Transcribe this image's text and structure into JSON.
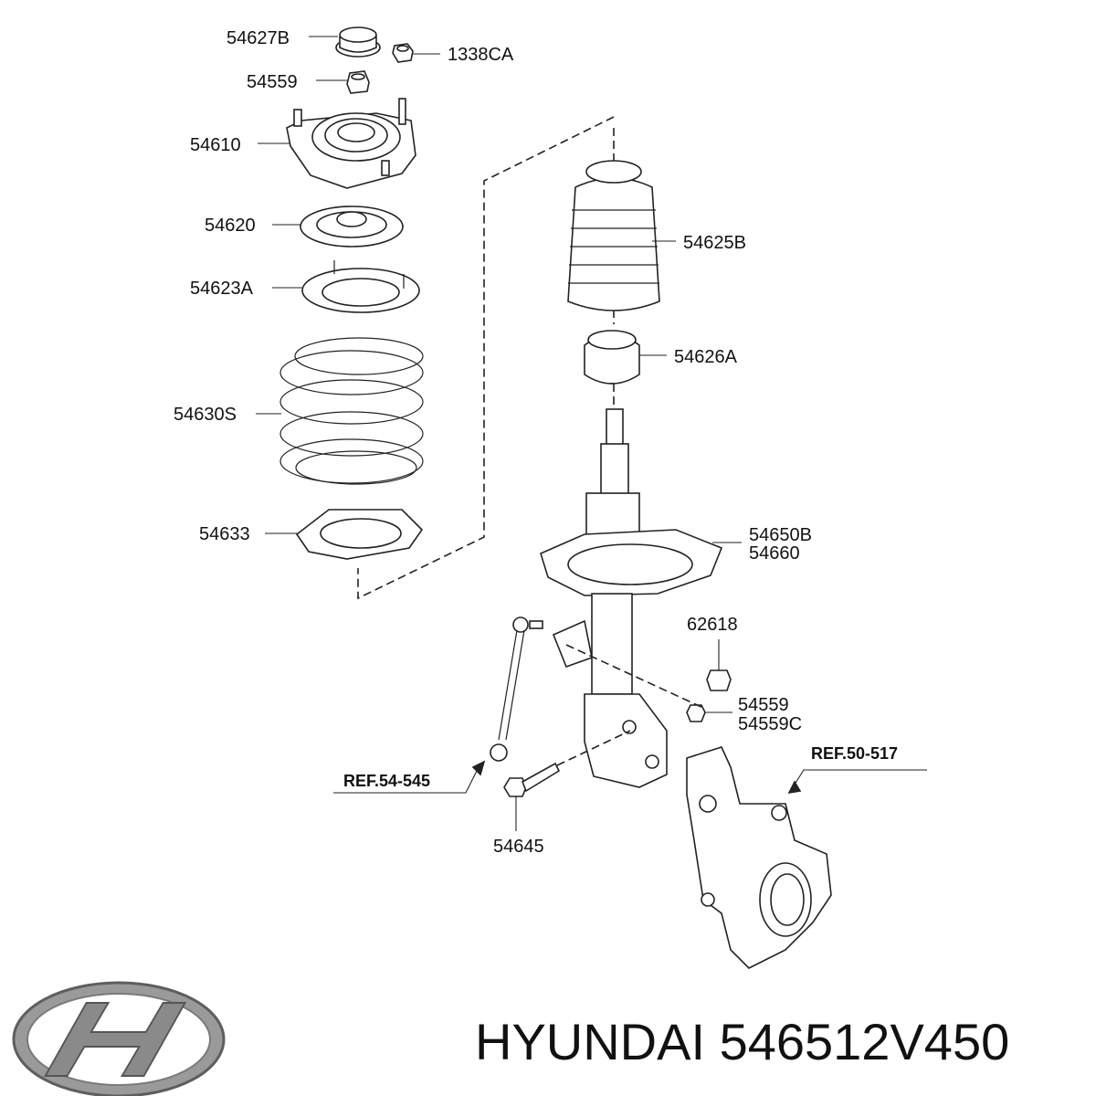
{
  "labels": {
    "p54627B": "54627B",
    "p1338CA": "1338CA",
    "p54559a": "54559",
    "p54610": "54610",
    "p54620": "54620",
    "p54623A": "54623A",
    "p54630S": "54630S",
    "p54633": "54633",
    "p54625B": "54625B",
    "p54626A": "54626A",
    "p54650B": "54650B",
    "p54660": "54660",
    "p62618": "62618",
    "p54559b": "54559",
    "p54559C": "54559C",
    "p54645": "54645",
    "ref54545": "REF.54-545",
    "ref50517": "REF.50-517"
  },
  "footer": {
    "brand": "HYUNDAI",
    "part_number": "546512V450",
    "text": "HYUNDAI 546512V450"
  },
  "logo": {
    "name": "hyundai-logo",
    "color": "#8a8a8a"
  },
  "colors": {
    "line": "#222222",
    "background": "#ffffff"
  }
}
